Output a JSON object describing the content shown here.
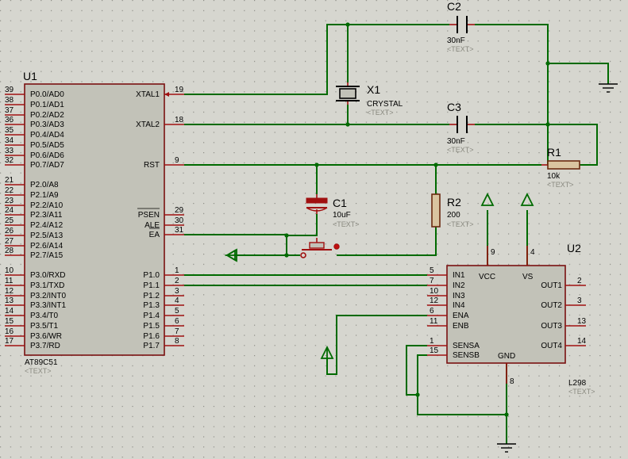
{
  "components": {
    "u1": {
      "ref": "U1",
      "part": "AT89C51",
      "text_placeholder": "<TEXT>",
      "left_pins": [
        {
          "num": "39",
          "name": "P0.0/AD0"
        },
        {
          "num": "38",
          "name": "P0.1/AD1"
        },
        {
          "num": "37",
          "name": "P0.2/AD2"
        },
        {
          "num": "36",
          "name": "P0.3/AD3"
        },
        {
          "num": "35",
          "name": "P0.4/AD4"
        },
        {
          "num": "34",
          "name": "P0.5/AD5"
        },
        {
          "num": "33",
          "name": "P0.6/AD6"
        },
        {
          "num": "32",
          "name": "P0.7/AD7"
        },
        {
          "num": "21",
          "name": "P2.0/A8"
        },
        {
          "num": "22",
          "name": "P2.1/A9"
        },
        {
          "num": "23",
          "name": "P2.2/A10"
        },
        {
          "num": "24",
          "name": "P2.3/A11"
        },
        {
          "num": "25",
          "name": "P2.4/A12"
        },
        {
          "num": "26",
          "name": "P2.5/A13"
        },
        {
          "num": "27",
          "name": "P2.6/A14"
        },
        {
          "num": "28",
          "name": "P2.7/A15"
        },
        {
          "num": "10",
          "name": "P3.0/RXD"
        },
        {
          "num": "11",
          "name": "P3.1/TXD"
        },
        {
          "num": "12",
          "name": "P3.2/INT0"
        },
        {
          "num": "13",
          "name": "P3.3/INT1"
        },
        {
          "num": "14",
          "name": "P3.4/T0"
        },
        {
          "num": "15",
          "name": "P3.5/T1"
        },
        {
          "num": "16",
          "name": "P3.6/WR"
        },
        {
          "num": "17",
          "name": "P3.7/RD"
        }
      ],
      "right_pins": [
        {
          "num": "19",
          "name": "XTAL1"
        },
        {
          "num": "18",
          "name": "XTAL2"
        },
        {
          "num": "9",
          "name": "RST"
        },
        {
          "num": "29",
          "name": "PSEN"
        },
        {
          "num": "30",
          "name": "ALE"
        },
        {
          "num": "31",
          "name": "EA"
        },
        {
          "num": "1",
          "name": "P1.0"
        },
        {
          "num": "2",
          "name": "P1.1"
        },
        {
          "num": "3",
          "name": "P1.2"
        },
        {
          "num": "4",
          "name": "P1.3"
        },
        {
          "num": "5",
          "name": "P1.4"
        },
        {
          "num": "6",
          "name": "P1.5"
        },
        {
          "num": "7",
          "name": "P1.6"
        },
        {
          "num": "8",
          "name": "P1.7"
        }
      ]
    },
    "u2": {
      "ref": "U2",
      "part": "L298",
      "text_placeholder": "<TEXT>",
      "left_pins": [
        {
          "num": "5",
          "name": "IN1"
        },
        {
          "num": "7",
          "name": "IN2"
        },
        {
          "num": "10",
          "name": "IN3"
        },
        {
          "num": "12",
          "name": "IN4"
        },
        {
          "num": "6",
          "name": "ENA"
        },
        {
          "num": "11",
          "name": "ENB"
        },
        {
          "num": "1",
          "name": "SENSA"
        },
        {
          "num": "15",
          "name": "SENSB"
        }
      ],
      "right_pins": [
        {
          "num": "2",
          "name": "OUT1"
        },
        {
          "num": "3",
          "name": "OUT2"
        },
        {
          "num": "13",
          "name": "OUT3"
        },
        {
          "num": "14",
          "name": "OUT4"
        }
      ],
      "top_pins": [
        {
          "num": "9",
          "name": "VCC"
        },
        {
          "num": "4",
          "name": "VS"
        }
      ],
      "bottom_pins": [
        {
          "num": "8",
          "name": "GND"
        }
      ]
    },
    "c2": {
      "ref": "C2",
      "value": "30nF",
      "text_placeholder": "<TEXT>"
    },
    "c3": {
      "ref": "C3",
      "value": "30nF",
      "text_placeholder": "<TEXT>"
    },
    "x1": {
      "ref": "X1",
      "value": "CRYSTAL",
      "text_placeholder": "<TEXT>"
    },
    "c1": {
      "ref": "C1",
      "value": "10uF",
      "text_placeholder": "<TEXT>"
    },
    "r1": {
      "ref": "R1",
      "value": "10k",
      "text_placeholder": "<TEXT>"
    },
    "r2": {
      "ref": "R2",
      "value": "200",
      "text_placeholder": "<TEXT>"
    }
  },
  "colors": {
    "background": "#d6d6cf",
    "grid_dot": "#8d8d86",
    "wire": "#006a00",
    "pin": "#a01010",
    "body_fill": "#c2c2b8",
    "body_outline": "#7a1010"
  }
}
